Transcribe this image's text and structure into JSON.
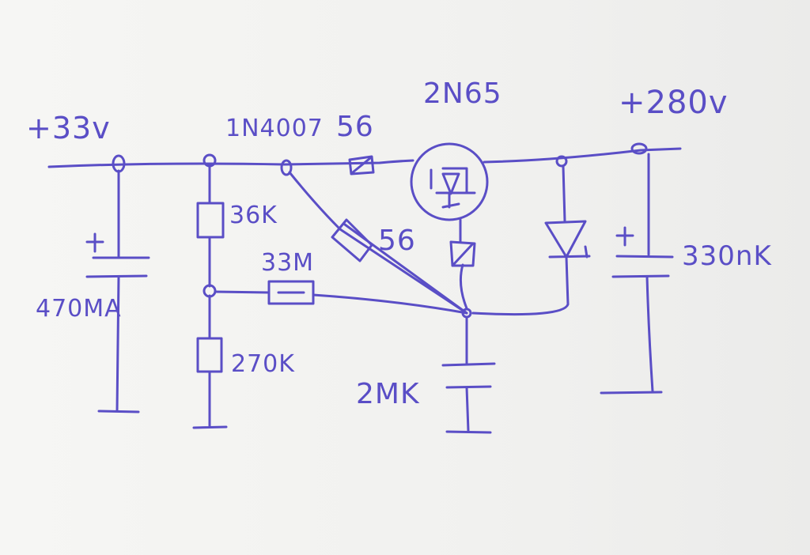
{
  "labels": {
    "supply_in": "+33v",
    "diode_part": "1N4007",
    "series_resistor": "56",
    "transistor": "2N65",
    "supply_out": "+280v",
    "divider_top": "36K",
    "gate_resistor": "56",
    "feedback_resistor": "33M",
    "input_cap": "470MA",
    "divider_bottom": "270K",
    "gate_cap": "2MK",
    "output_cap": "330nK"
  },
  "ink_color": "#5a4ec6",
  "paper_color": "#f3f3f1"
}
